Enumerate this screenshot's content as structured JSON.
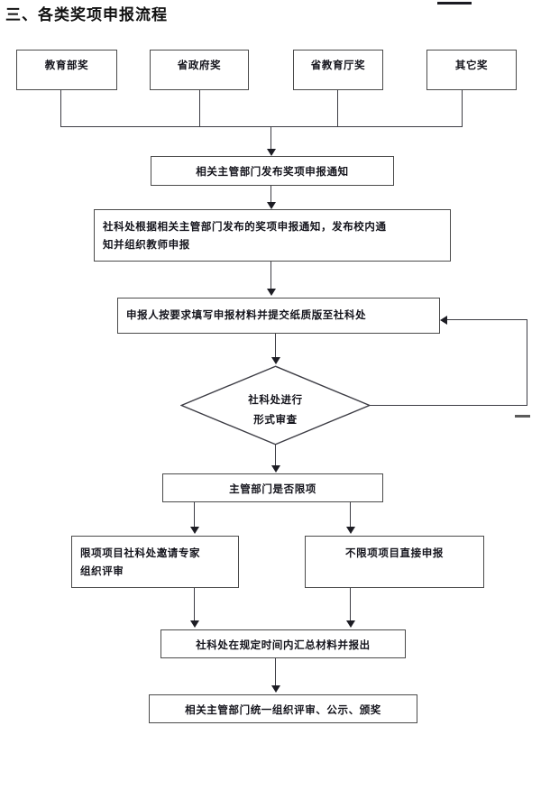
{
  "page": {
    "title": "三、各类奖项申报流程"
  },
  "chart_data": {
    "type": "diagram",
    "title": "三、各类奖项申报流程",
    "nodes": [
      {
        "id": "award-moe",
        "label": "教育部奖",
        "shape": "rect"
      },
      {
        "id": "award-province",
        "label": "省政府奖",
        "shape": "rect"
      },
      {
        "id": "award-pedu",
        "label": "省教育厅奖",
        "shape": "rect"
      },
      {
        "id": "award-other",
        "label": "其它奖",
        "shape": "rect"
      },
      {
        "id": "notice-publish",
        "label": "相关主管部门发布奖项申报通知",
        "shape": "rect"
      },
      {
        "id": "office-publish",
        "label": "社科处根据相关主管部门发布的奖项申报通知，发布校内通\n知并组织教师申报",
        "shape": "rect"
      },
      {
        "id": "applicant-submit",
        "label": "申报人按要求填写申报材料并提交纸质版至社科处",
        "shape": "rect"
      },
      {
        "id": "formal-review",
        "label": "社科处进行\n形式审查",
        "shape": "diamond"
      },
      {
        "id": "quota-question",
        "label": "主管部门是否限项",
        "shape": "rect"
      },
      {
        "id": "quota-expert",
        "label": "限项项目社科处邀请专家\n组织评审",
        "shape": "rect"
      },
      {
        "id": "no-quota-direct",
        "label": "不限项项目直接申报",
        "shape": "rect"
      },
      {
        "id": "collect-report",
        "label": "社科处在规定时间内汇总材料并报出",
        "shape": "rect"
      },
      {
        "id": "final-review",
        "label": "相关主管部门统一组织评审、公示、颁奖",
        "shape": "rect"
      }
    ],
    "edges": [
      {
        "from": "award-moe",
        "to": "notice-publish"
      },
      {
        "from": "award-province",
        "to": "notice-publish"
      },
      {
        "from": "award-pedu",
        "to": "notice-publish"
      },
      {
        "from": "award-other",
        "to": "notice-publish"
      },
      {
        "from": "notice-publish",
        "to": "office-publish"
      },
      {
        "from": "office-publish",
        "to": "applicant-submit"
      },
      {
        "from": "applicant-submit",
        "to": "formal-review"
      },
      {
        "from": "formal-review",
        "to": "applicant-submit",
        "kind": "feedback-loop"
      },
      {
        "from": "formal-review",
        "to": "quota-question"
      },
      {
        "from": "quota-question",
        "to": "quota-expert"
      },
      {
        "from": "quota-question",
        "to": "no-quota-direct"
      },
      {
        "from": "quota-expert",
        "to": "collect-report"
      },
      {
        "from": "no-quota-direct",
        "to": "collect-report"
      },
      {
        "from": "collect-report",
        "to": "final-review"
      }
    ]
  }
}
